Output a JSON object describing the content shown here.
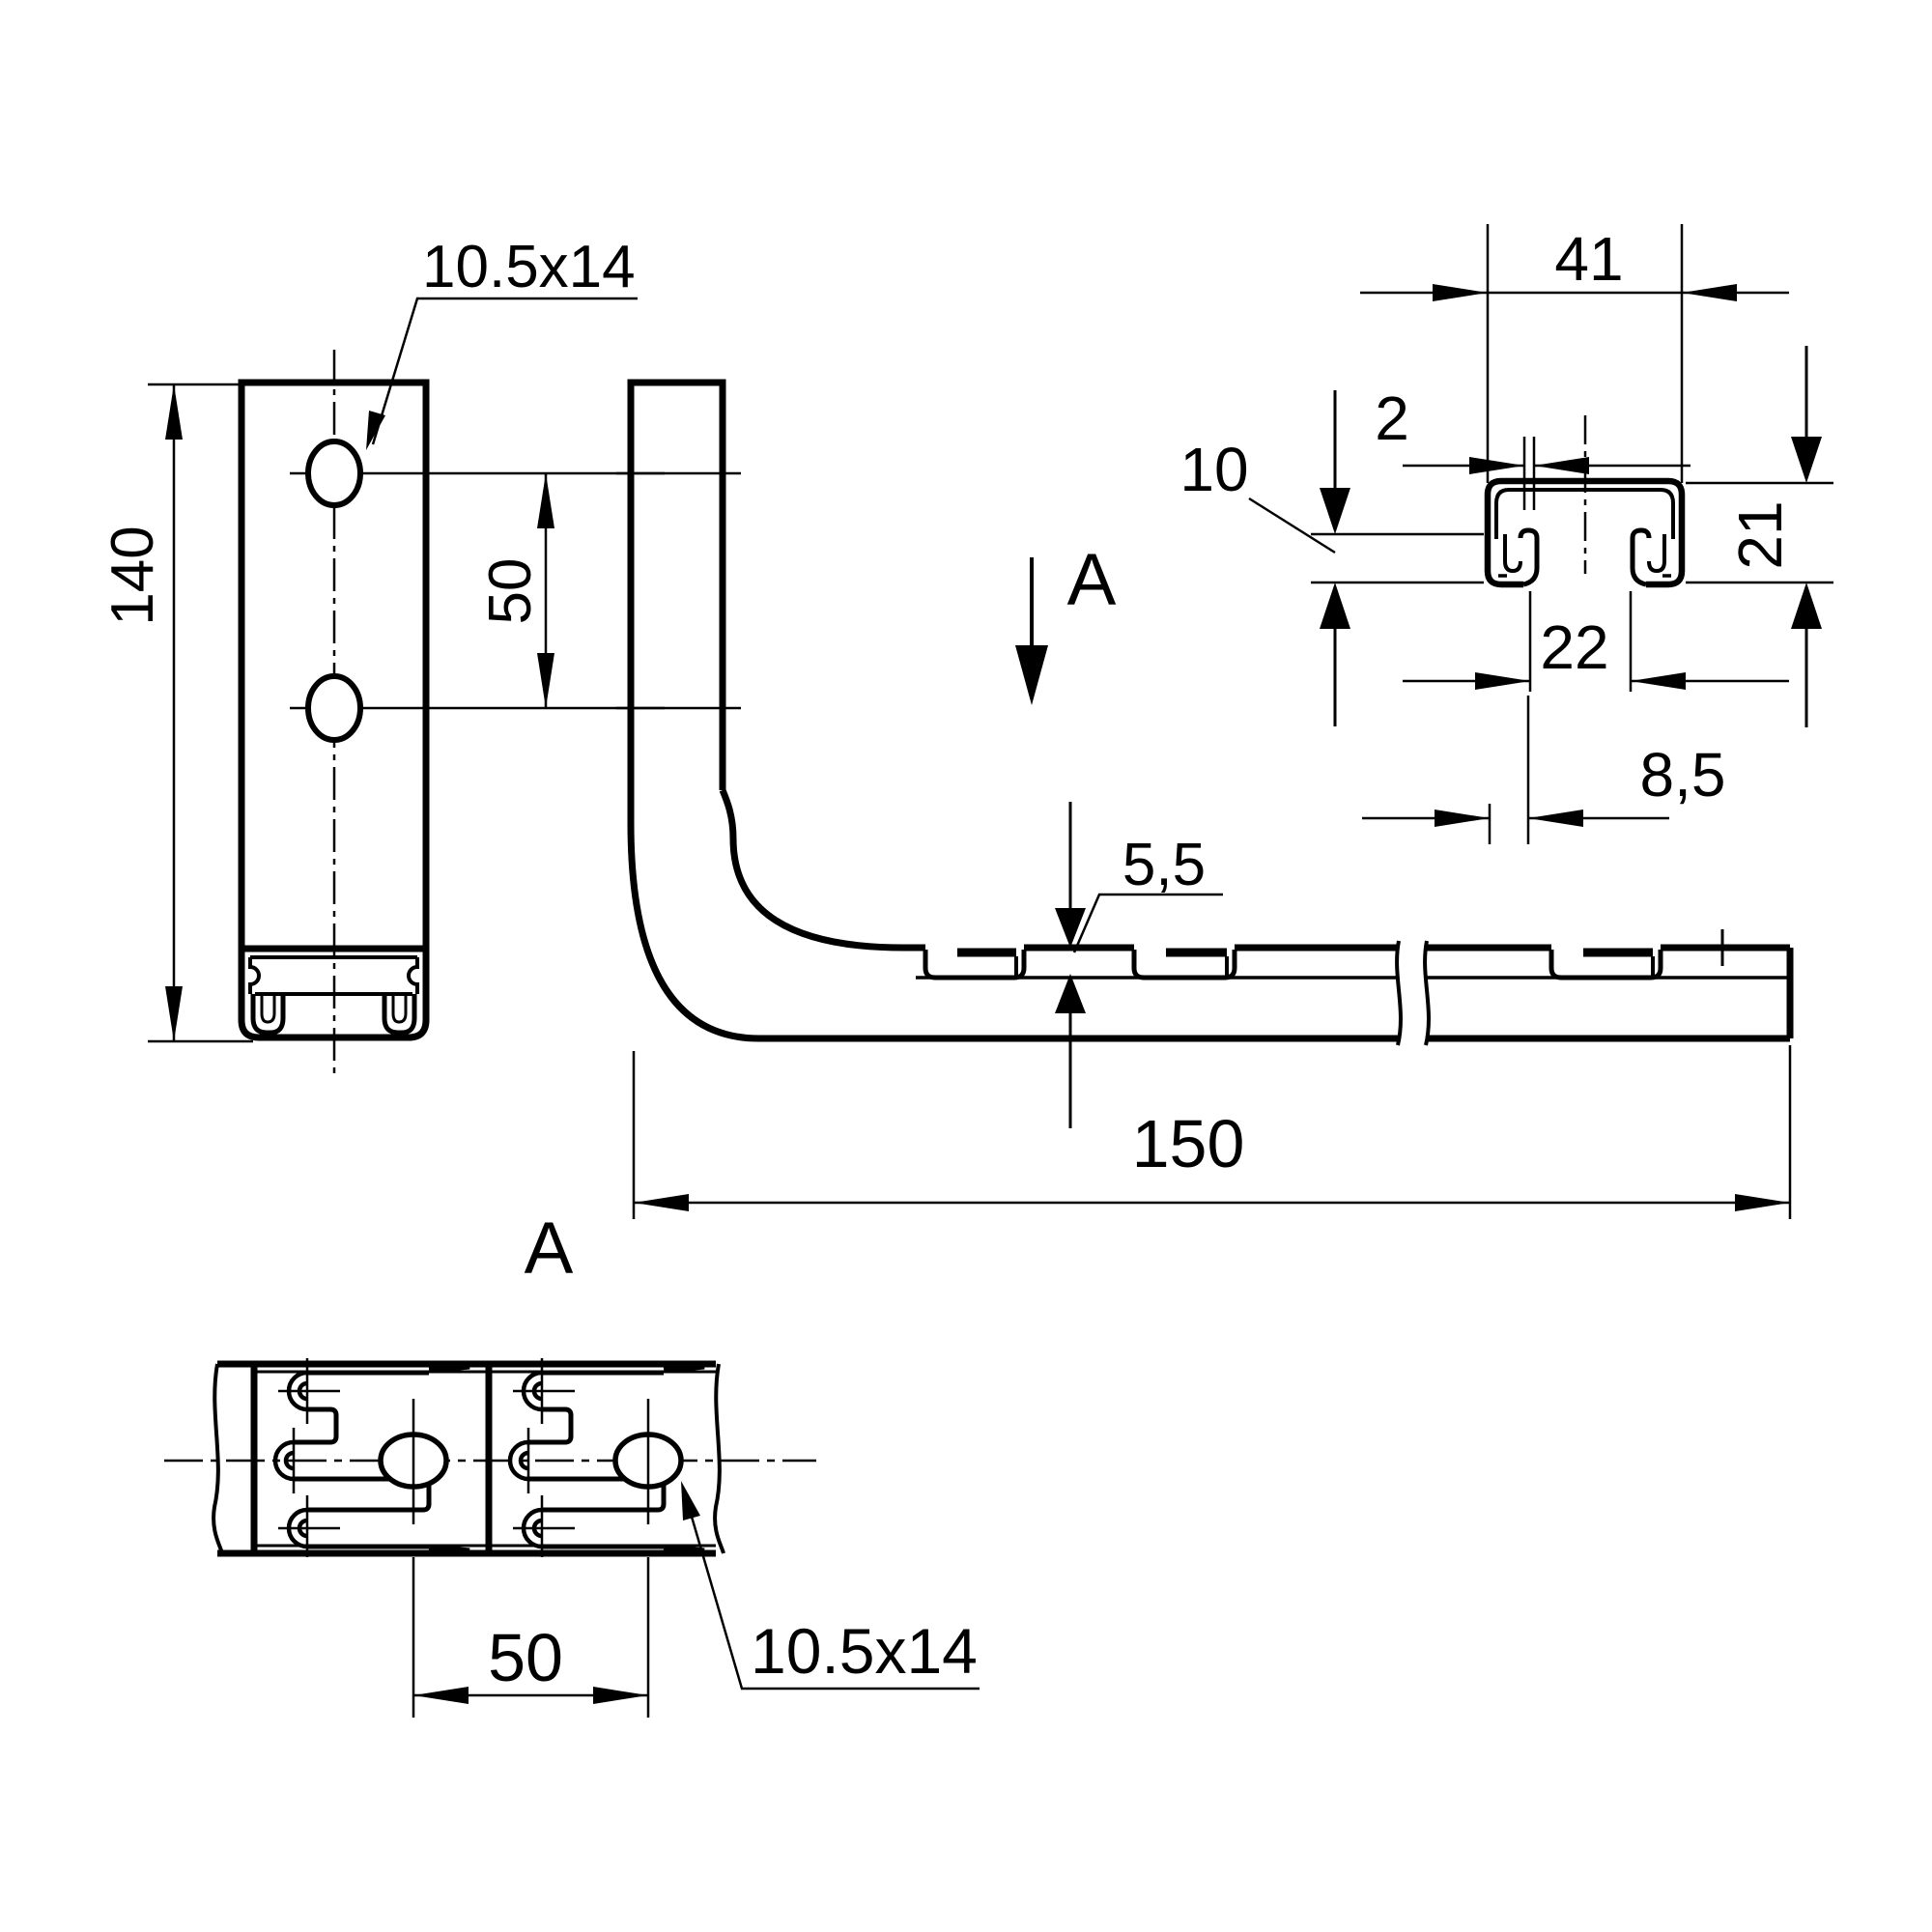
{
  "page": {
    "background": "#ffffff",
    "ink": "#000000"
  },
  "views": {
    "side": {
      "hole_label": "10.5x14",
      "height": "140",
      "pitch": "50"
    },
    "front": {
      "section_mark": "A",
      "lip_thickness": "5,5",
      "length": "150"
    },
    "profile": {
      "width": "41",
      "wall_thickness": "2",
      "lip_height": "10",
      "height": "21",
      "slot_width": "22",
      "lip_offset": "8,5"
    },
    "section_a": {
      "title": "A",
      "pitch": "50",
      "hole_label": "10.5x14"
    }
  }
}
